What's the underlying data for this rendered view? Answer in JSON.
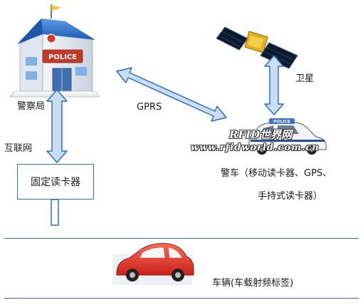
{
  "nodes": {
    "police_station": {
      "label": "警察局",
      "sign_text": "POLICE"
    },
    "internet": {
      "label": "互联网"
    },
    "fixed_reader": {
      "label": "固定读卡器"
    },
    "gprs": {
      "label": "GPRS"
    },
    "satellite": {
      "label": "卫星"
    },
    "police_car": {
      "label_line1": "警车（移动读卡器、GPS、",
      "label_line2": "手持式读卡器）",
      "roof_text": "POLICE"
    },
    "vehicle": {
      "label": "车辆(车载射频标签)"
    }
  },
  "watermark": {
    "line1": "RFID世界网",
    "line2": "www.rfidworld.com.cn"
  },
  "colors": {
    "arrow_fill": "#c9ddf5",
    "arrow_stroke": "#2f6fba",
    "divider": "#2f6fba",
    "vehicle_body": "#e83a2a",
    "building_roof": "#2d6fc7",
    "sign_bg": "#c0392b"
  },
  "icons": {
    "police_station": "police-station-icon",
    "satellite": "satellite-icon",
    "police_car": "police-car-icon",
    "vehicle": "red-car-icon"
  }
}
